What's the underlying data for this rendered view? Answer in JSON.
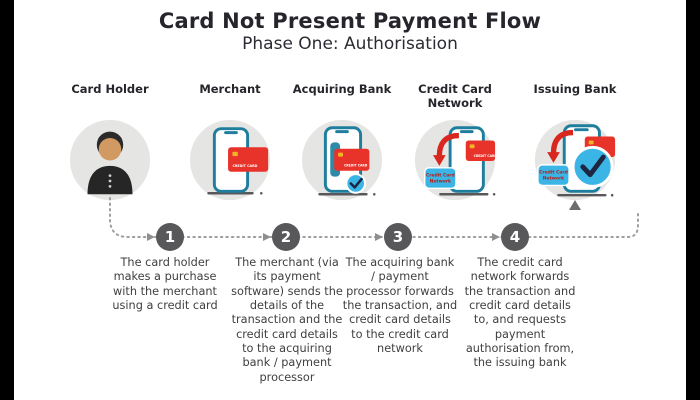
{
  "header": {
    "title": "Card Not Present Payment Flow",
    "subtitle": "Phase One: Authorisation"
  },
  "columns": [
    {
      "label": "Card Holder"
    },
    {
      "label": "Merchant"
    },
    {
      "label": "Acquiring Bank"
    },
    {
      "label": "Credit Card Network"
    },
    {
      "label": "Issuing Bank"
    }
  ],
  "steps": [
    {
      "number": "1",
      "text": "The card holder makes a purchase with the merchant using a credit card"
    },
    {
      "number": "2",
      "text": "The merchant (via its payment software) sends the details of the transaction and the credit card details to the acquiring bank / payment processor"
    },
    {
      "number": "3",
      "text": "The acquiring bank / payment processor forwards the transaction, and credit card details to the credit card network"
    },
    {
      "number": "4",
      "text": "The credit card network forwards the transaction and credit card details to, and requests payment authorisation from, the issuing bank"
    }
  ],
  "icon_text": {
    "network_line1": "Credit Card",
    "network_line2": "Network",
    "card_label": "CREDIT CARD"
  },
  "colors": {
    "accent_red": "#e8332a",
    "phone_teal": "#1f7e9d",
    "accent_blue": "#3ab5e6",
    "check_navy": "#1e2742",
    "step_circle_gray": "#58585a",
    "dotted_line_gray": "#9e9e9e",
    "icon_circle_bg": "#e5e5e4",
    "title_dark": "#26252c"
  }
}
